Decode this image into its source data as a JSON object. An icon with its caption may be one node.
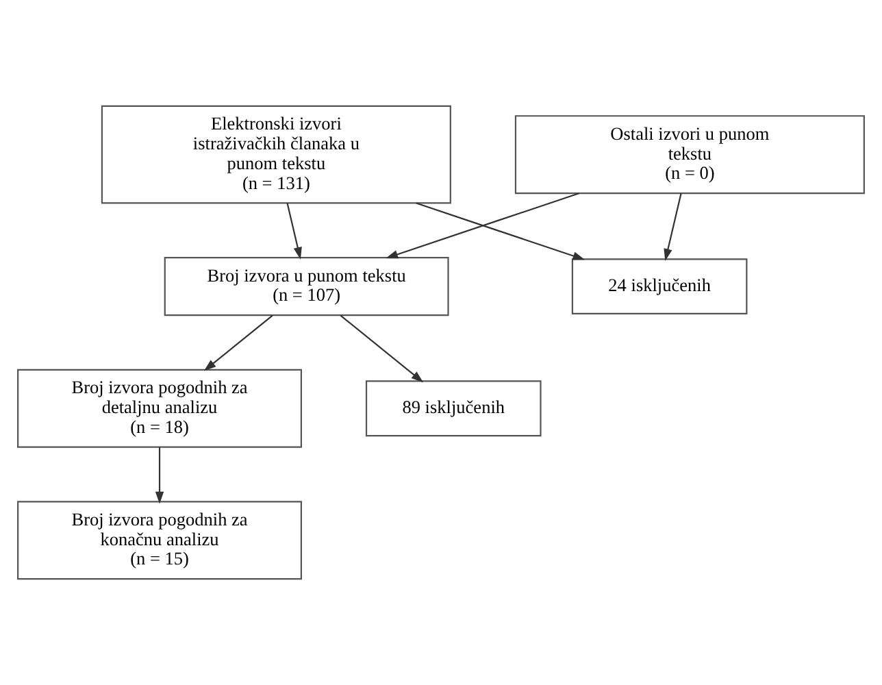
{
  "diagram": {
    "nodes": [
      {
        "text": [
          "Elektronski izvori istraživačkih članaka u punom tekstu",
          "(n = 131)"
        ]
      },
      {
        "text": [
          "Ostali izvori u punom tekstu",
          "(n = 0)"
        ]
      },
      {
        "text": [
          "Broj izvora u punom tekstu",
          "(n = 107)"
        ]
      },
      {
        "text": [
          "24 isključenih"
        ]
      },
      {
        "text": [
          "Broj izvora pogodnih za detaljnu analizu",
          "(n = 18)"
        ]
      },
      {
        "text": [
          "89 isključenih"
        ]
      },
      {
        "text": [
          "Broj izvora pogodnih za konačnu analizu",
          "(n = 15)"
        ]
      }
    ],
    "edges": [
      {
        "from": 0,
        "to": 2,
        "arrow": "to"
      },
      {
        "from": 1,
        "to": 2,
        "arrow": "to"
      },
      {
        "from": 0,
        "to": 3,
        "arrow": "to"
      },
      {
        "from": 1,
        "to": 3,
        "arrow": "to"
      },
      {
        "from": 2,
        "to": 4,
        "arrow": "to"
      },
      {
        "from": 2,
        "to": 5,
        "arrow": "to"
      },
      {
        "from": 4,
        "to": 6,
        "arrow": "to"
      }
    ]
  }
}
